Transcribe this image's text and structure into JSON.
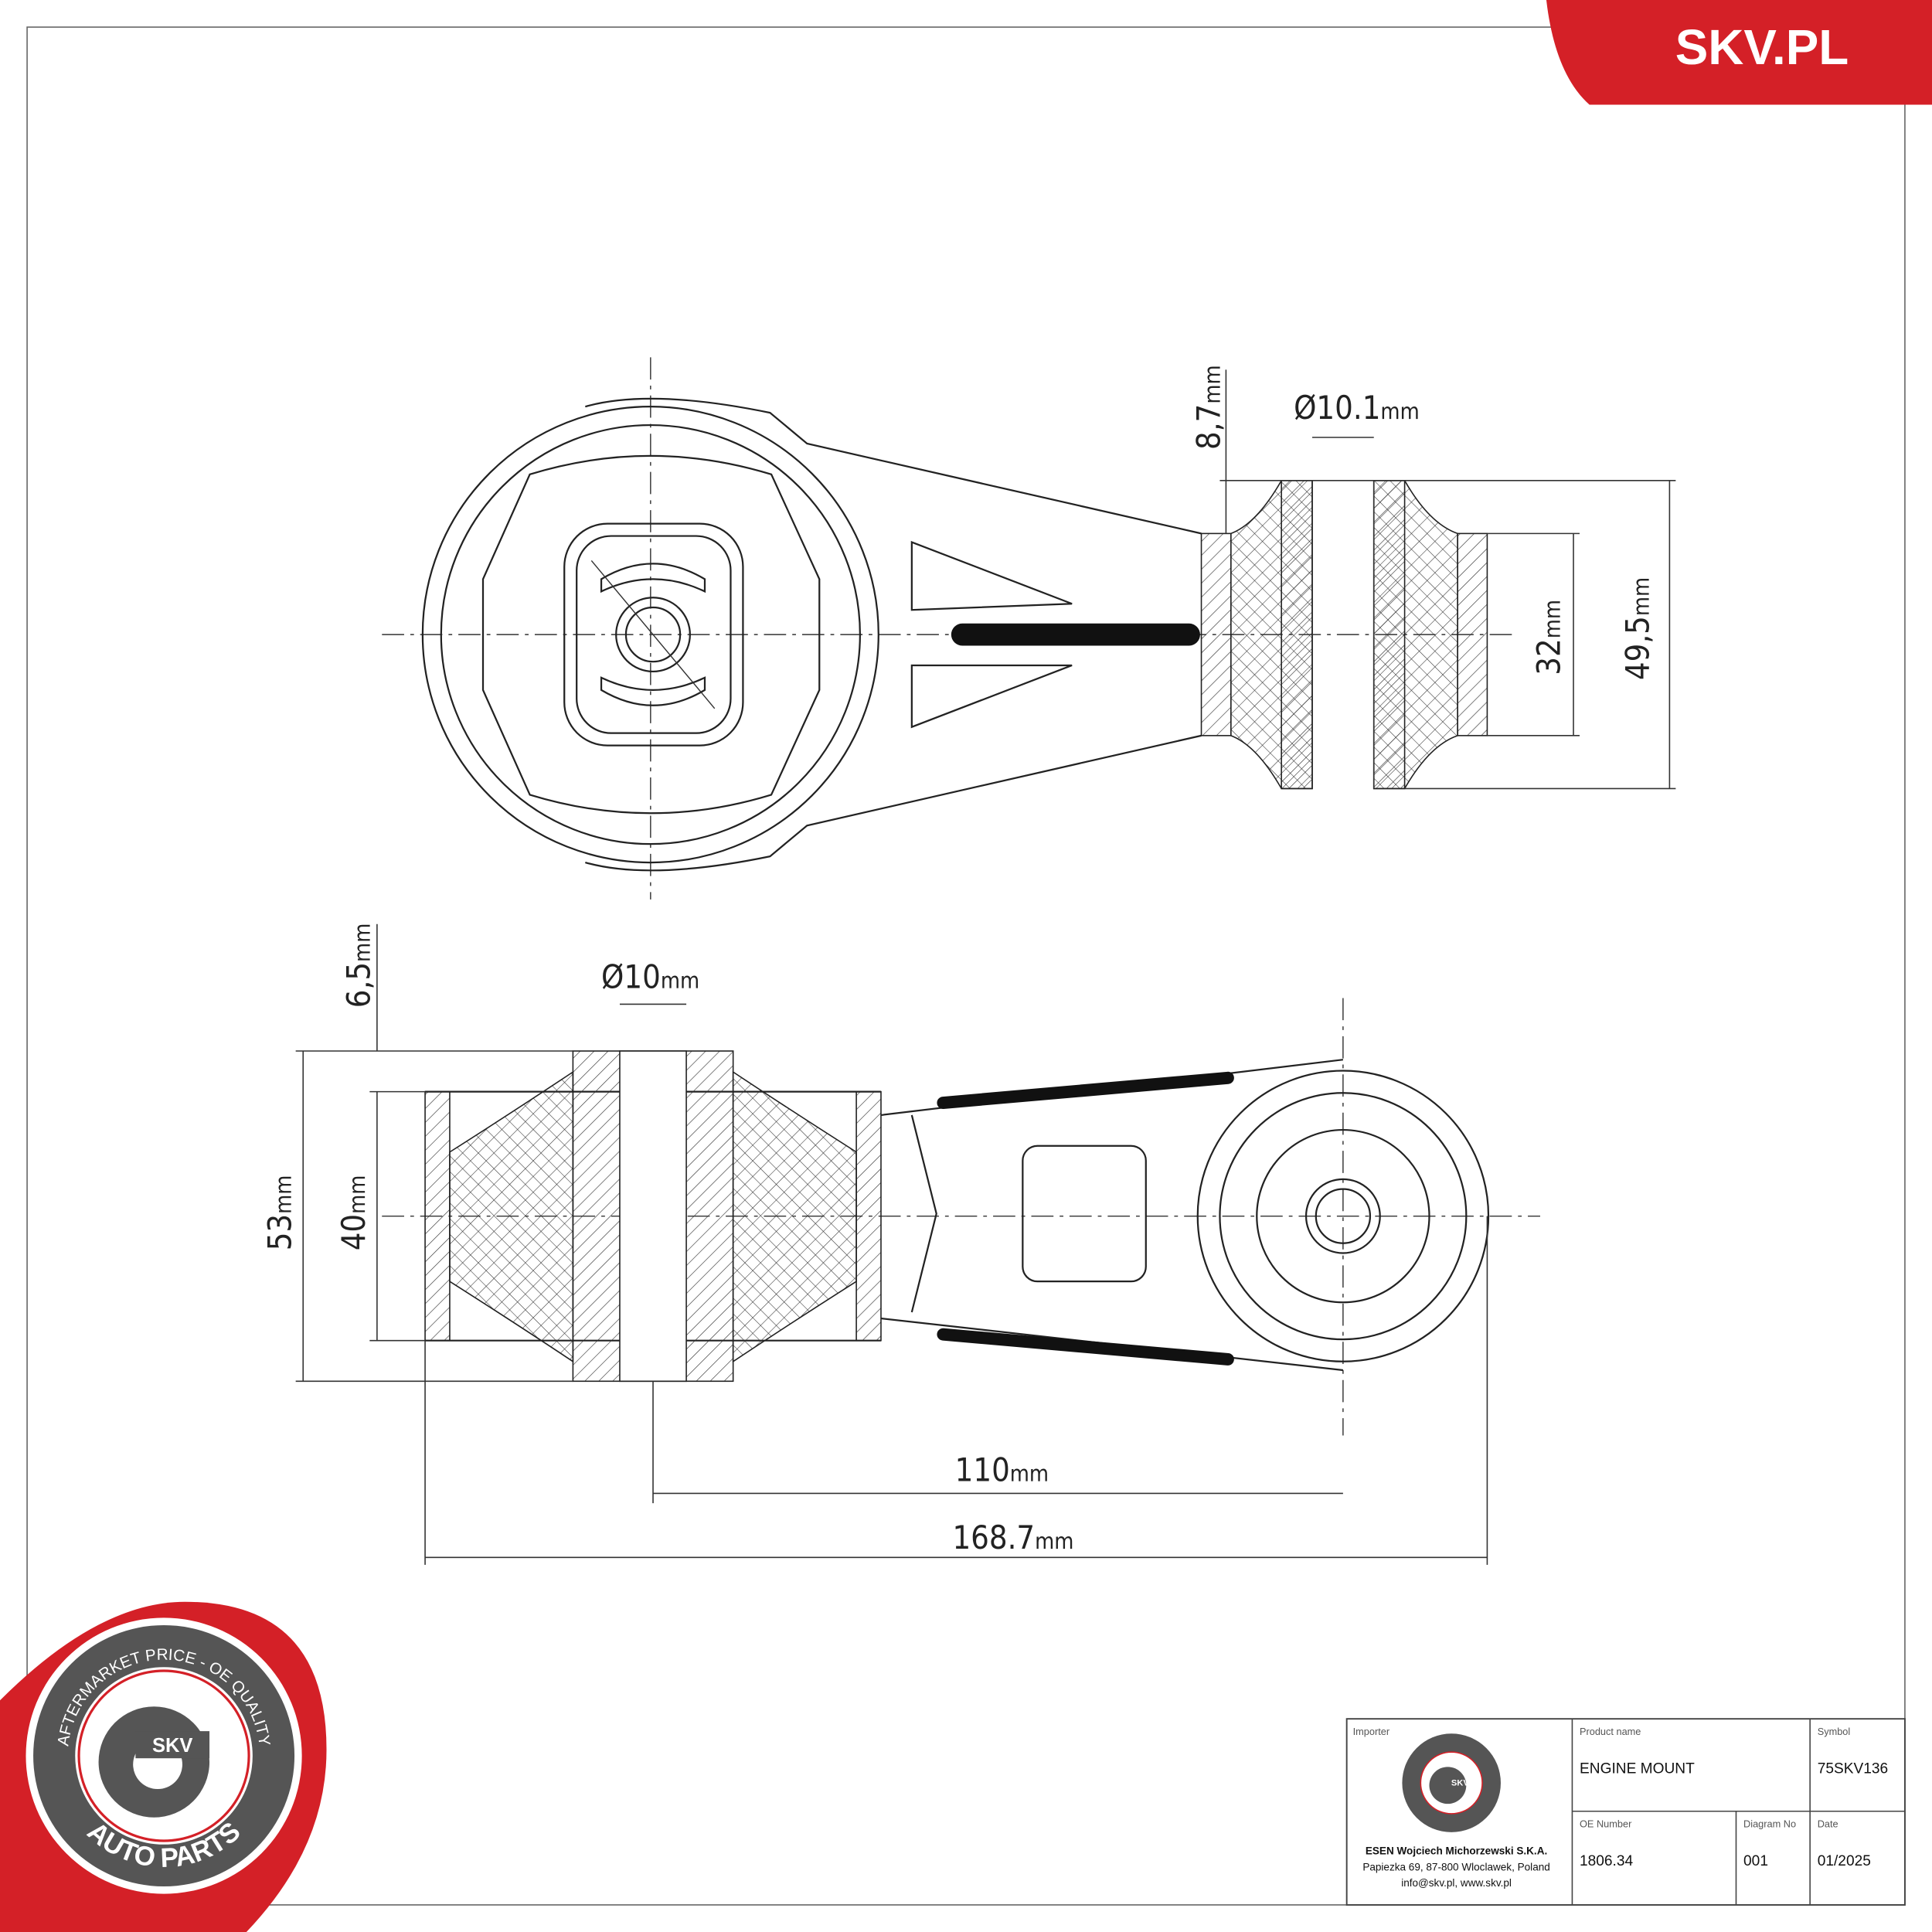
{
  "brand": {
    "site_label": "SKV.PL",
    "accent_color": "#d42027",
    "seal_color": "#555555",
    "seal_text_top": "AFTERMARKET PRICE - OE QUALITY",
    "seal_text_bottom": "AUTO PARTS",
    "seal_center": "SKV"
  },
  "dimensions": {
    "top_view": {
      "wall": "8,7",
      "bore": "Ø10.1",
      "inner_height": "32",
      "outer_height": "49,5"
    },
    "side_view": {
      "wall": "6,5",
      "bore": "Ø10",
      "outer_height": "53",
      "inner_height": "40",
      "center_distance": "110",
      "overall_length": "168.7"
    },
    "unit": "mm"
  },
  "title_block": {
    "importer_label": "Importer",
    "importer_name": "ESEN Wojciech Michorzewski S.K.A.",
    "importer_address": "Papiezka 69, 87-800 Wloclawek, Poland",
    "importer_contact": "info@skv.pl, www.skv.pl",
    "product_name_label": "Product name",
    "product_name": "ENGINE MOUNT",
    "symbol_label": "Symbol",
    "symbol": "75SKV136",
    "oe_number_label": "OE Number",
    "oe_number": "1806.34",
    "diagram_no_label": "Diagram No",
    "diagram_no": "001",
    "date_label": "Date",
    "date": "01/2025"
  }
}
